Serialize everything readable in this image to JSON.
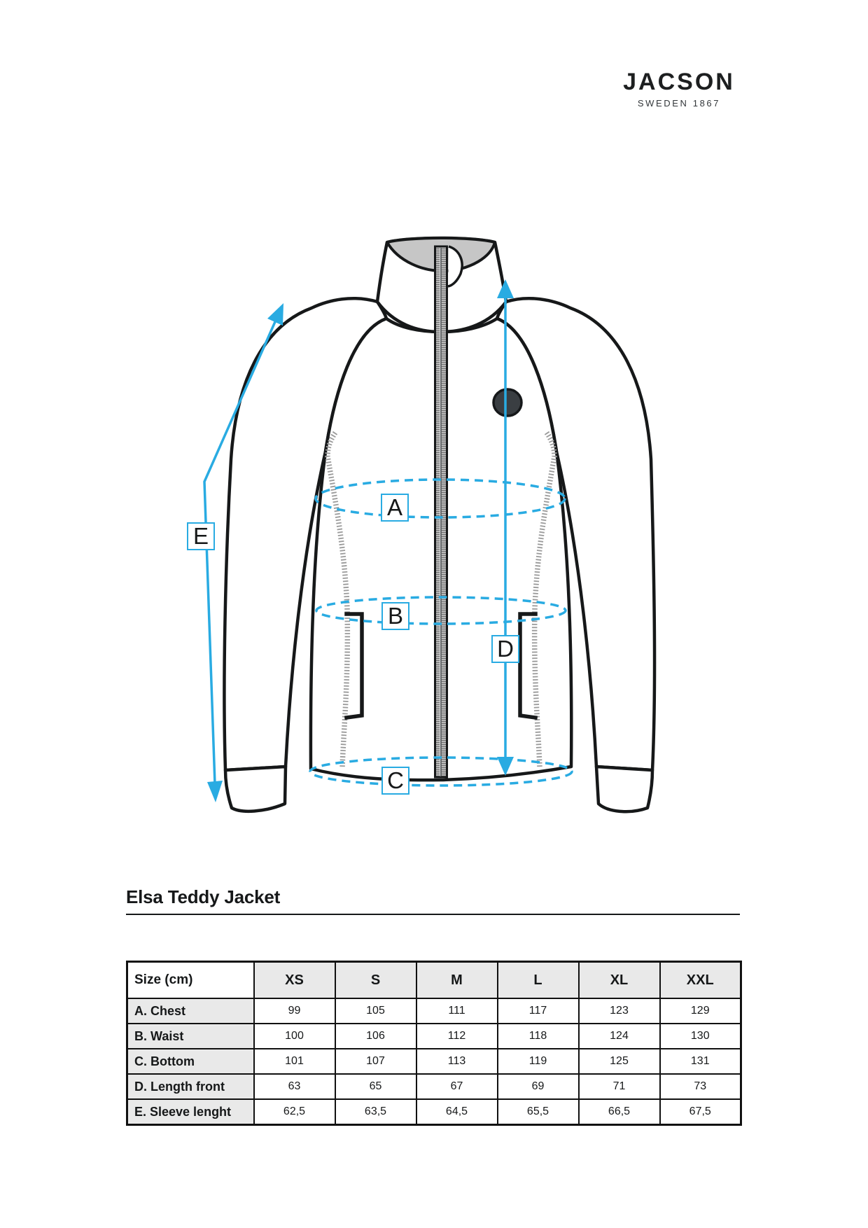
{
  "logo": {
    "brand": "JACSON",
    "tagline": "SWEDEN 1867"
  },
  "product": {
    "title": "Elsa Teddy Jacket"
  },
  "diagram": {
    "labels": {
      "A": "A",
      "B": "B",
      "C": "C",
      "D": "D",
      "E": "E"
    },
    "accent_color": "#29ABE2"
  },
  "size_table": {
    "header": {
      "label": "Size (cm)",
      "sizes": [
        "XS",
        "S",
        "M",
        "L",
        "XL",
        "XXL"
      ]
    },
    "rows": [
      {
        "label": "A. Chest",
        "values": [
          "99",
          "105",
          "111",
          "117",
          "123",
          "129"
        ]
      },
      {
        "label": "B. Waist",
        "values": [
          "100",
          "106",
          "112",
          "118",
          "124",
          "130"
        ]
      },
      {
        "label": "C. Bottom",
        "values": [
          "101",
          "107",
          "113",
          "119",
          "125",
          "131"
        ]
      },
      {
        "label": "D. Length front",
        "values": [
          "63",
          "65",
          "67",
          "69",
          "71",
          "73"
        ]
      },
      {
        "label": "E. Sleeve lenght",
        "values": [
          "62,5",
          "63,5",
          "64,5",
          "65,5",
          "66,5",
          "67,5"
        ]
      }
    ]
  }
}
